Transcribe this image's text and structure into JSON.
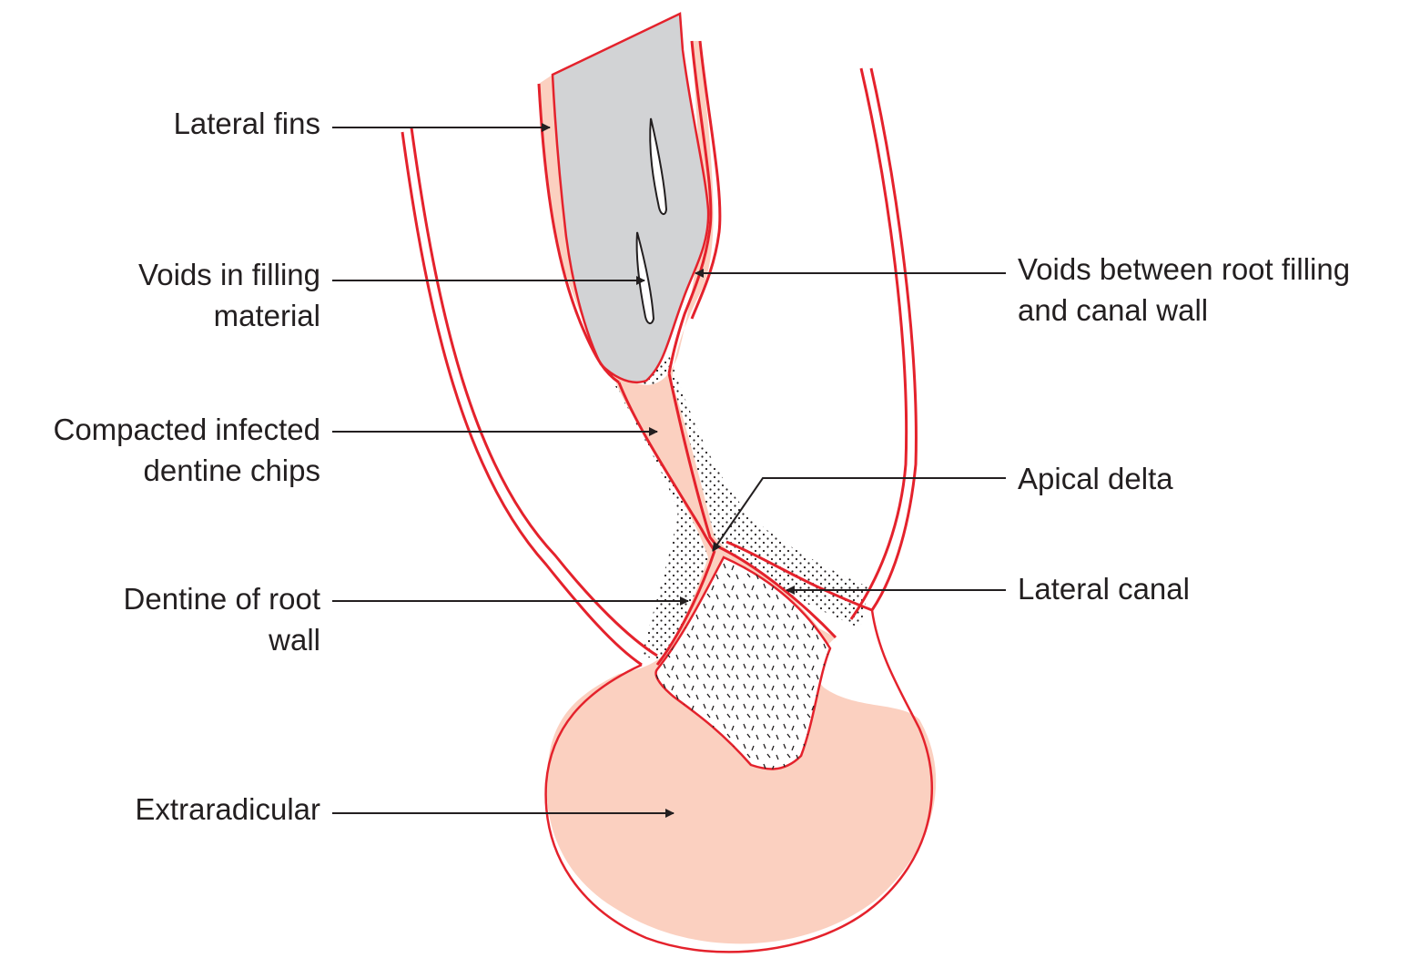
{
  "diagram": {
    "colors": {
      "outline": "#e4222c",
      "tissue_fill": "#fbd0c0",
      "filling_fill": "#d2d3d5",
      "text": "#231f20",
      "arrow": "#231f20",
      "stipple": "#231f20"
    },
    "labels": {
      "lateral_fins": [
        "Lateral fins"
      ],
      "voids_in_filling": [
        "Voids in filling",
        "material"
      ],
      "compacted_chips": [
        "Compacted infected",
        "dentine chips"
      ],
      "dentine_root_wall": [
        "Dentine of root",
        "wall"
      ],
      "extraradicular": [
        "Extraradicular"
      ],
      "voids_between": [
        "Voids between root filling",
        "and canal wall"
      ],
      "apical_delta": [
        "Apical delta"
      ],
      "lateral_canal": [
        "Lateral canal"
      ]
    }
  }
}
